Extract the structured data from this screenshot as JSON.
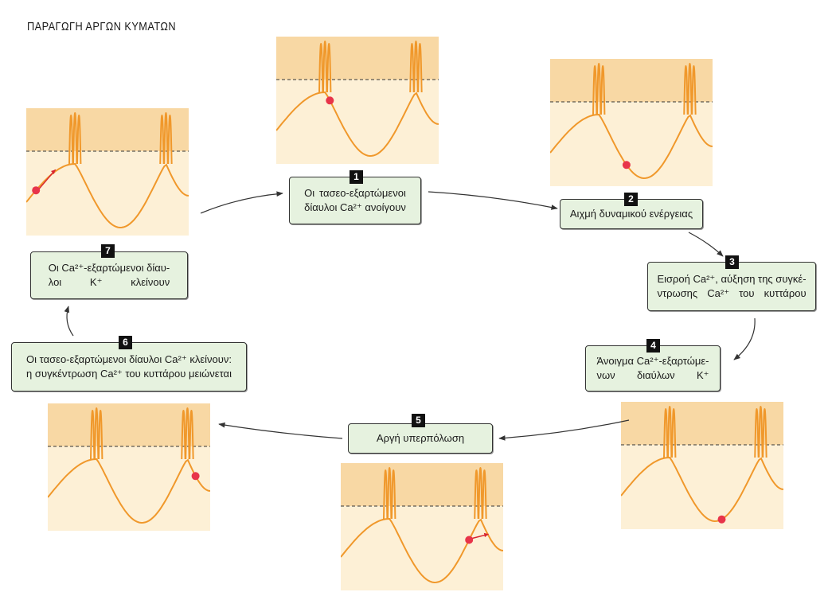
{
  "title": "ΠΑΡΑΓΩΓΗ ΑΡΓΩΝ ΚΥΜΑΤΩΝ",
  "colors": {
    "panel_top": "#f8d8a4",
    "panel_bottom": "#fdf0d6",
    "wave": "#f0982b",
    "threshold": "#333333",
    "marker": "#e8344a",
    "arrow": "#d8242f",
    "box_fill": "#e6f2df",
    "box_border": "#333333"
  },
  "steps": [
    {
      "number": "1",
      "lines": [
        "Οι τασεο-εξαρτώμενοι",
        "δίαυλοι Ca²⁺ ανοίγουν"
      ]
    },
    {
      "number": "2",
      "lines": [
        "Αιχμή δυναμικού ενέργειας"
      ]
    },
    {
      "number": "3",
      "lines": [
        "Εισροή Ca²⁺, αύξηση της συγκέ-",
        "ντρωσης Ca²⁺ του κυττάρου"
      ]
    },
    {
      "number": "4",
      "lines": [
        "Άνοιγμα Ca²⁺-εξαρτώμε-",
        "νων διαύλων K⁺"
      ]
    },
    {
      "number": "5",
      "lines": [
        "Αργή υπερπόλωση"
      ]
    },
    {
      "number": "6",
      "lines": [
        "Οι τασεο-εξαρτώμενοι δίαυλοι Ca²⁺ κλείνουν:",
        "η συγκέντρωση Ca²⁺ του κυττάρου μειώνεται"
      ]
    },
    {
      "number": "7",
      "lines": [
        "Οι Ca²⁺-εξαρτώμενοι δίαυ-",
        "λοι K⁺ κλείνουν"
      ]
    }
  ],
  "panels": [
    {
      "marker_phase": 0.33,
      "trend_arrow": false
    },
    {
      "marker_phase": 0.47,
      "trend_arrow": false
    },
    {
      "marker_phase": 0.62,
      "trend_arrow": false
    },
    {
      "marker_phase": 0.79,
      "trend_arrow": true
    },
    {
      "marker_phase": 0.91,
      "trend_arrow": false
    },
    {
      "marker_phase": 0.06,
      "trend_arrow": true
    }
  ]
}
